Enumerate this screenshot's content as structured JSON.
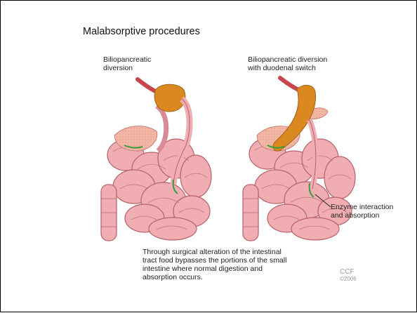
{
  "slide": {
    "title": "Malabsorptive procedures",
    "left_label_line1": "Biliopancreatic",
    "left_label_line2": "diversion",
    "right_label_line1": "Biliopancreatic diversion",
    "right_label_line2": "with duodenal switch",
    "callout_line1": "Enzyme interaction",
    "callout_line2": "and absorption",
    "caption_line1": "Through surgical alteration of the intestinal",
    "caption_line2": "tract food bypasses the portions of the small",
    "caption_line3": "intestine where normal digestion and",
    "caption_line4": "absorption occurs.",
    "credit_line1": "CCF",
    "credit_line2": "©2006"
  },
  "colors": {
    "stomach": "#d9891f",
    "intestine": "#f0aeb3",
    "intestine_outline": "#b8606c",
    "pancreas": "#f3b7a6",
    "esophagus": "#c8454f",
    "bile": "#3c9a3c"
  },
  "icons": [
    "left-anatomy-illustration",
    "right-anatomy-illustration"
  ]
}
